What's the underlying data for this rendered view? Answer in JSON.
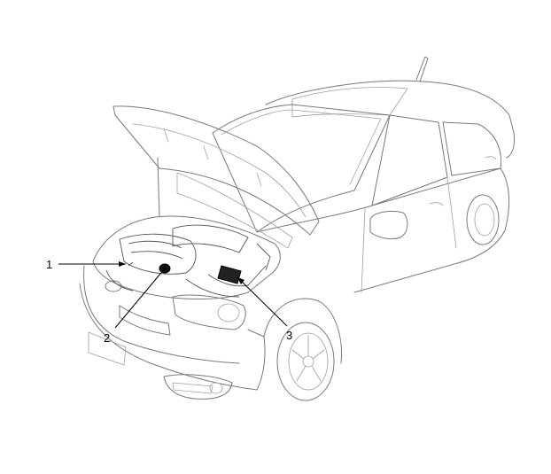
{
  "callouts": [
    {
      "id": "1",
      "label": "1"
    },
    {
      "id": "2",
      "label": "2"
    },
    {
      "id": "3",
      "label": "3"
    }
  ],
  "colors": {
    "line": "#7a7a7a",
    "text": "#000000",
    "background": "#ffffff"
  }
}
